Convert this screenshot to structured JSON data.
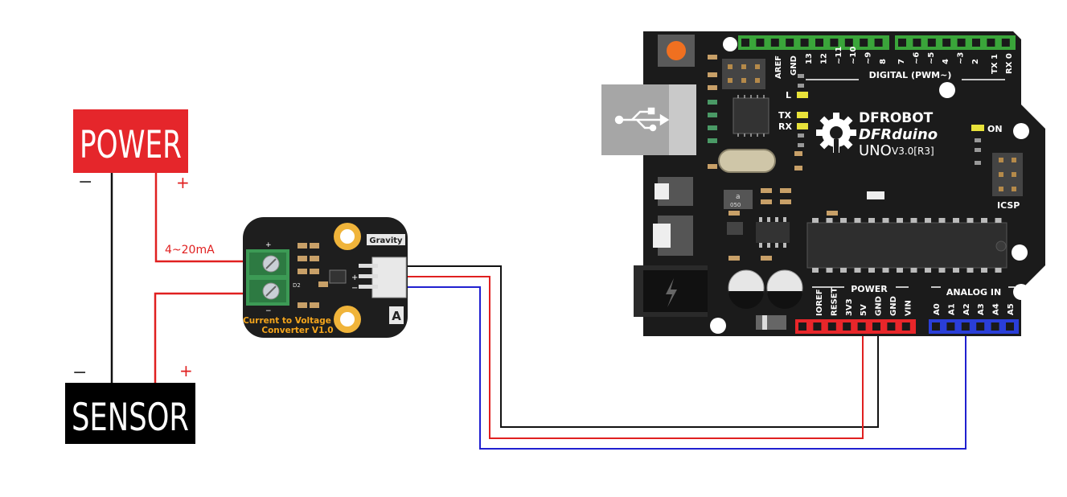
{
  "labels": {
    "power": "POWER",
    "sensor": "SENSOR",
    "power_minus": "−",
    "power_plus": "+",
    "sensor_minus": "−",
    "sensor_plus": "+",
    "current_range": "4~20mA"
  },
  "converter": {
    "gravity": "Gravity",
    "plus_mark": "+",
    "minus_mark": "−",
    "title_line1": "Current to Voltage",
    "title_line2": "Converter V1.0",
    "port": "A",
    "d2": "D2",
    "pin_plus": "+",
    "pin_minus": "−"
  },
  "arduino": {
    "brand1": "DFROBOT",
    "brand2": "DFRduino",
    "model": "UNO",
    "version": "V3.0[R3]",
    "digital_header": "DIGITAL (PWM~)",
    "aref": "AREF",
    "gnd": "GND",
    "digital_pins": [
      "13",
      "12",
      "~11",
      "~10",
      "~9",
      "8",
      "7",
      "~6",
      "~5",
      "4",
      "~3",
      "2"
    ],
    "tx1": "TX 1",
    "rx0": "RX 0",
    "led_l": "L",
    "led_tx": "TX",
    "led_rx": "RX",
    "on": "ON",
    "icsp": "ICSP",
    "power_header": "POWER",
    "power_pins": [
      "IOREF",
      "RESET",
      "3V3",
      "5V",
      "GND",
      "GND",
      "VIN"
    ],
    "analog_header": "ANALOG IN",
    "analog_pins": [
      "A0",
      "A1",
      "A2",
      "A3",
      "A4",
      "A5"
    ],
    "chip_a": "a",
    "chip_050": "050"
  },
  "colors": {
    "power_box": "#e5262b",
    "sensor_box": "#000000",
    "wire_red": "#e02020",
    "wire_black": "#111111",
    "wire_blue": "#2020d0",
    "board": "#1b1b1b",
    "header_green": "#3aa53a",
    "header_red": "#e8262a",
    "header_blue": "#2a3ed8",
    "converter_text": "#f4a51c"
  }
}
